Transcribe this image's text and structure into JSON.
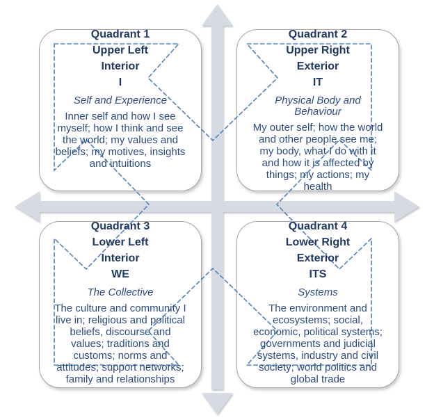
{
  "colors": {
    "text_navy": "#1F3864",
    "text_blue": "#2B4B80",
    "dash_blue": "#4F81BD",
    "arrow_fill": "#D6DAE2",
    "box_border": "#A6A6A6",
    "box_fill": "#FFFFFF"
  },
  "quadrants": [
    {
      "title": "Quadrant 1",
      "position": "Upper Left",
      "aspect": "Interior",
      "pronoun": "I",
      "subtitle": "Self and Experience",
      "body": "Inner self and how I see\nmyself; how I think and see\nthe world; my values and\nbeliefs; my motives, insights\nand intuitions"
    },
    {
      "title": "Quadrant 2",
      "position": "Upper Right",
      "aspect": "Exterior",
      "pronoun": "IT",
      "subtitle": "Physical Body and\nBehaviour",
      "body": "My outer self; how the world\nand other people see me;\nmy body, what I do with it\nand how it is affected by\nthings; my actions; my\nhealth"
    },
    {
      "title": "Quadrant 3",
      "position": "Lower Left",
      "aspect": "Interior",
      "pronoun": "WE",
      "subtitle": "The Collective",
      "body": "The culture and community I\nlive in; religious and political\nbeliefs, discourse and\nvalues; traditions and\ncustoms; norms and\nattitudes; support networks;\nfamily and relationships"
    },
    {
      "title": "Quadrant 4",
      "position": "Lower Right",
      "aspect": "Exterior",
      "pronoun": "ITS",
      "subtitle": "Systems",
      "body": "The environment and\necosystems; social,\neconomic, political systems;\ngovernments and judicial\nsystems, industry and civil\nsociety; world politics and\nglobal trade"
    }
  ]
}
